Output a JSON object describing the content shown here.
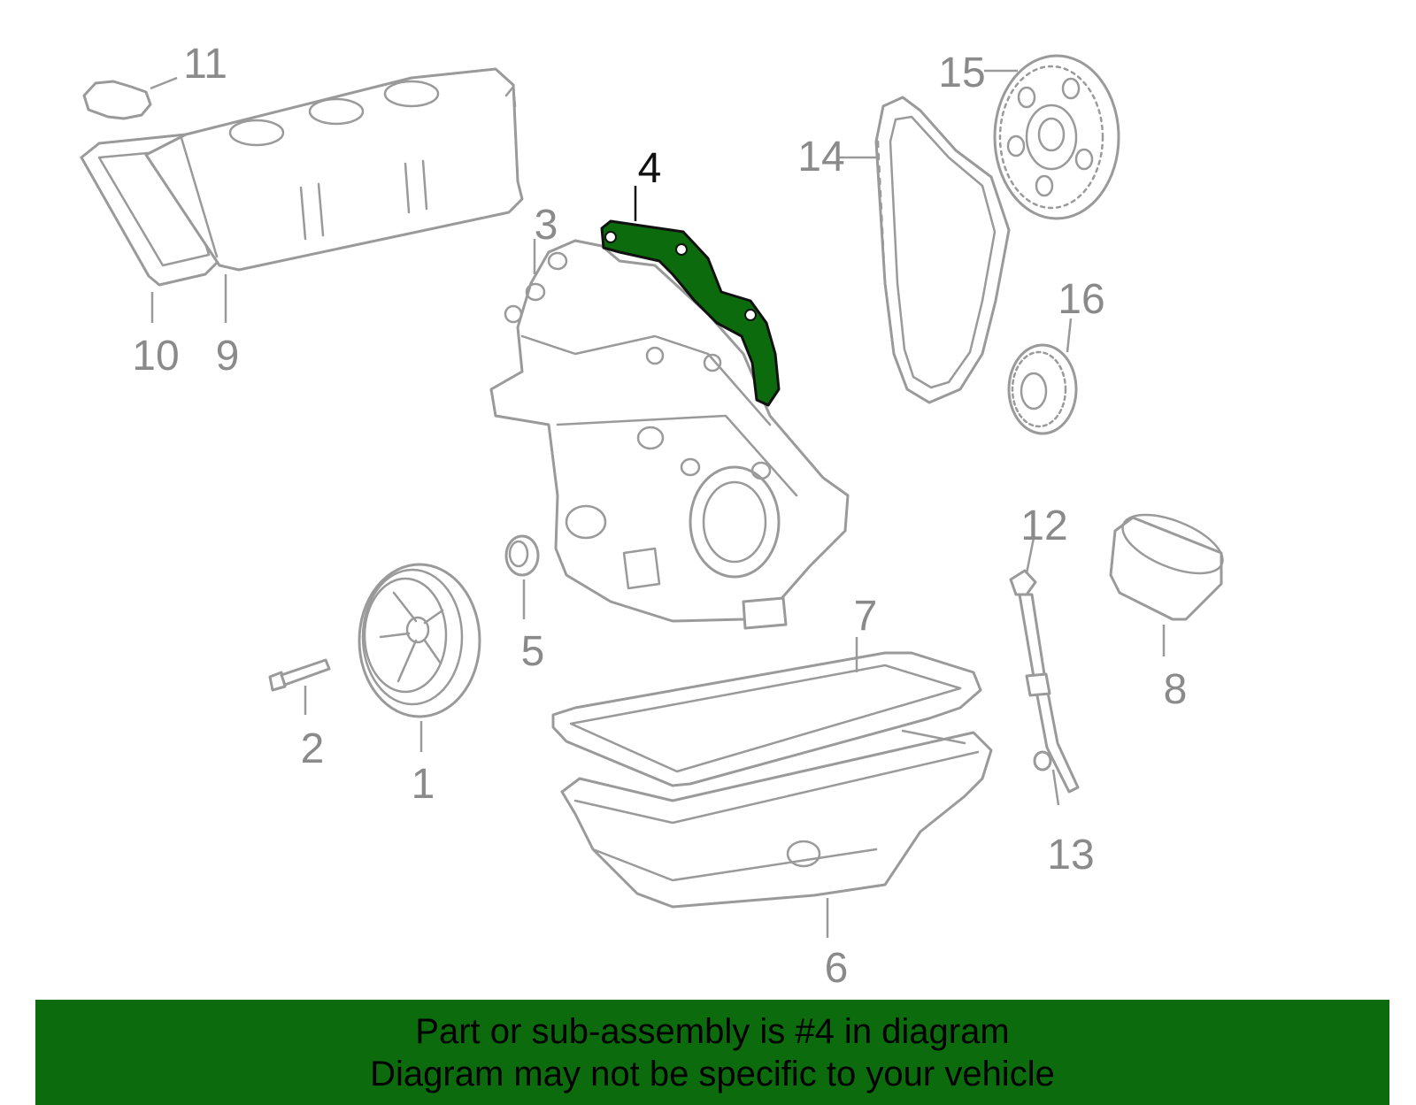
{
  "diagram": {
    "highlight_color": "#0c6b0c",
    "line_color": "#9a9a9a",
    "callouts": [
      {
        "id": "1",
        "label": "1"
      },
      {
        "id": "2",
        "label": "2"
      },
      {
        "id": "3",
        "label": "3"
      },
      {
        "id": "4",
        "label": "4",
        "highlighted": true
      },
      {
        "id": "5",
        "label": "5"
      },
      {
        "id": "6",
        "label": "6"
      },
      {
        "id": "7",
        "label": "7"
      },
      {
        "id": "8",
        "label": "8"
      },
      {
        "id": "9",
        "label": "9"
      },
      {
        "id": "10",
        "label": "10"
      },
      {
        "id": "11",
        "label": "11"
      },
      {
        "id": "12",
        "label": "12"
      },
      {
        "id": "13",
        "label": "13"
      },
      {
        "id": "14",
        "label": "14"
      },
      {
        "id": "15",
        "label": "15"
      },
      {
        "id": "16",
        "label": "16"
      }
    ]
  },
  "banner": {
    "background_color": "#0c6b0c",
    "line1": "Part or sub-assembly is #4 in diagram",
    "line2": "Diagram may not be specific to your vehicle"
  }
}
